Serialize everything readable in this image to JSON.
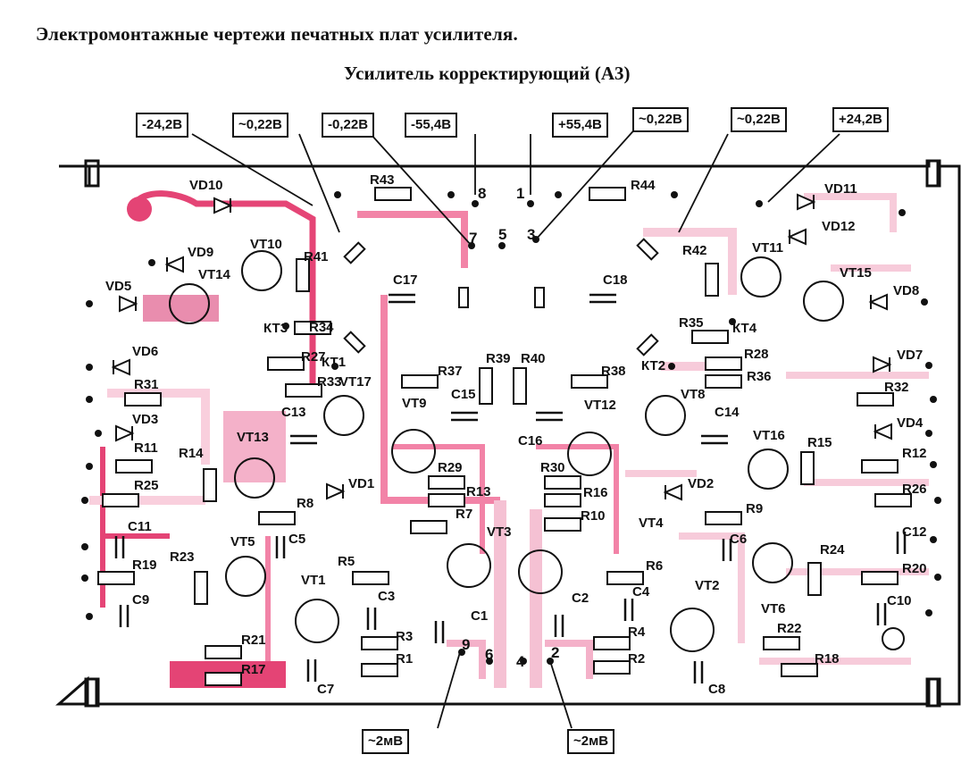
{
  "title": "Электромонтажные чертежи печатных плат усилителя.",
  "subtitle": "Усилитель корректирующий (А3)",
  "voltage_labels": {
    "v1": "-24,2В",
    "v2": "~0,22В",
    "v3": "-0,22В",
    "v4": "-55,4В",
    "v5": "+55,4В",
    "v6": "~0,22В",
    "v7": "~0,22В",
    "v8": "+24,2В",
    "in_left": "~2мВ",
    "in_right": "~2мВ"
  },
  "pins": [
    "8",
    "1",
    "7",
    "5",
    "3",
    "9",
    "6",
    "4",
    "2"
  ],
  "colors": {
    "trace": "#e0245e",
    "trace_light": "#f4b7cc",
    "ink": "#111111",
    "board": "#ffffff"
  },
  "components": {
    "resistors": [
      "R43",
      "R44",
      "R41",
      "R42",
      "R34",
      "R35",
      "R27",
      "R28",
      "R36",
      "R37",
      "R38",
      "R39",
      "R40",
      "R33",
      "R31",
      "R32",
      "R11",
      "R12",
      "R14",
      "R15",
      "R25",
      "R26",
      "R29",
      "R30",
      "R13",
      "R16",
      "R7",
      "R10",
      "R8",
      "R9",
      "R5",
      "R6",
      "R23",
      "R24",
      "R19",
      "R20",
      "R3",
      "R4",
      "R1",
      "R2",
      "R21",
      "R22",
      "R17",
      "R18"
    ],
    "capacitors": [
      "C17",
      "C18",
      "C15",
      "C16",
      "C13",
      "C14",
      "C11",
      "C12",
      "C5",
      "C6",
      "C3",
      "C4",
      "C1",
      "C2",
      "C9",
      "C10",
      "C7",
      "C8"
    ],
    "transistors": [
      "VT10",
      "VT11",
      "VT14",
      "VT15",
      "VT17",
      "VT8",
      "VT9",
      "VT12",
      "VT13",
      "VT16",
      "VT3",
      "VT4",
      "VT5",
      "VT6",
      "VT1",
      "VT2"
    ],
    "diodes": [
      "VD10",
      "VD11",
      "VD9",
      "VD12",
      "VD5",
      "VD8",
      "VD6",
      "VD7",
      "VD3",
      "VD4",
      "VD1",
      "VD2"
    ],
    "test_points": [
      "КТ1",
      "КТ2",
      "КТ3",
      "КТ4"
    ]
  }
}
